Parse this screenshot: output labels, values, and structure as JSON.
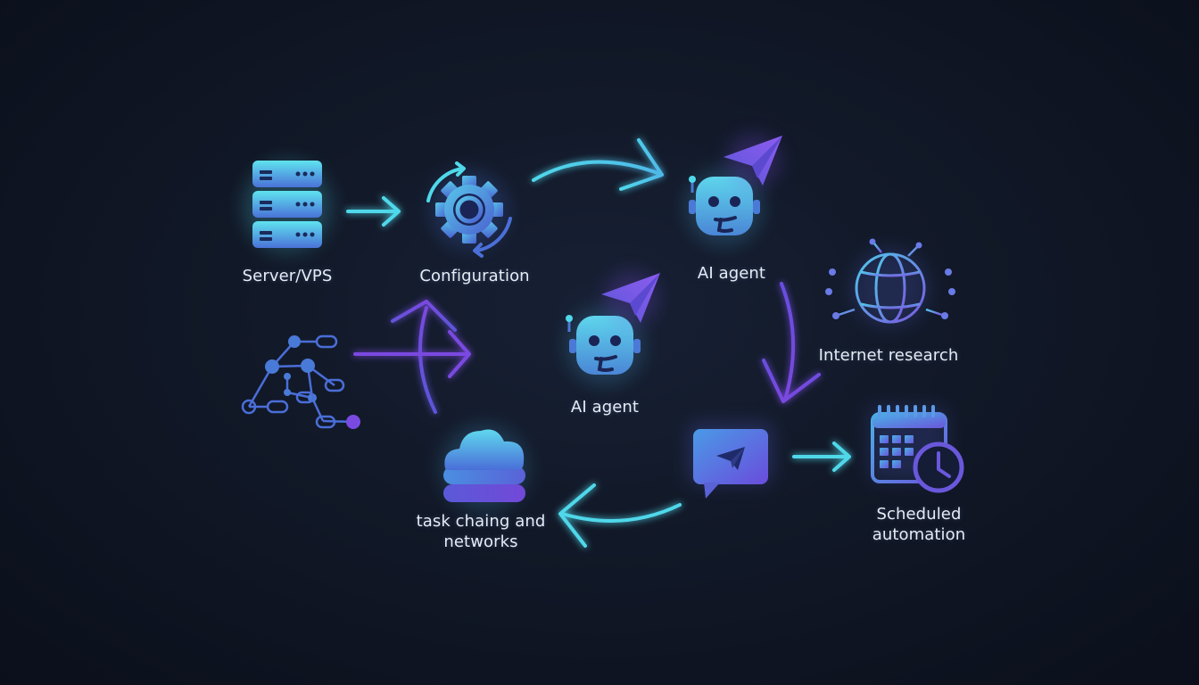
{
  "palette": {
    "cyan": "#4fd8ea",
    "blue": "#4a6fd8",
    "purple": "#7d4ae0",
    "background": "#111827",
    "text": "#e6ecf5"
  },
  "nodes": {
    "server": {
      "label": "Server/VPS",
      "icon": "server-stack-icon"
    },
    "configuration": {
      "label": "Configuration",
      "icon": "gear-icon"
    },
    "ai_agent_top": {
      "label": "AI agent",
      "icon": "robot-icon"
    },
    "internet_research": {
      "label": "Internet research",
      "icon": "globe-icon"
    },
    "ai_agent_center": {
      "label": "AI agent",
      "icon": "robot-icon"
    },
    "network": {
      "label": "",
      "icon": "network-graph-icon"
    },
    "task_chaining": {
      "label_line1": "task chaing and",
      "label_line2": "networks",
      "icon": "cloud-layers-icon"
    },
    "telegram": {
      "label": "",
      "icon": "telegram-message-icon"
    },
    "scheduled_automation": {
      "label_line1": "Scheduled",
      "label_line2": "automation",
      "icon": "calendar-clock-icon"
    }
  }
}
